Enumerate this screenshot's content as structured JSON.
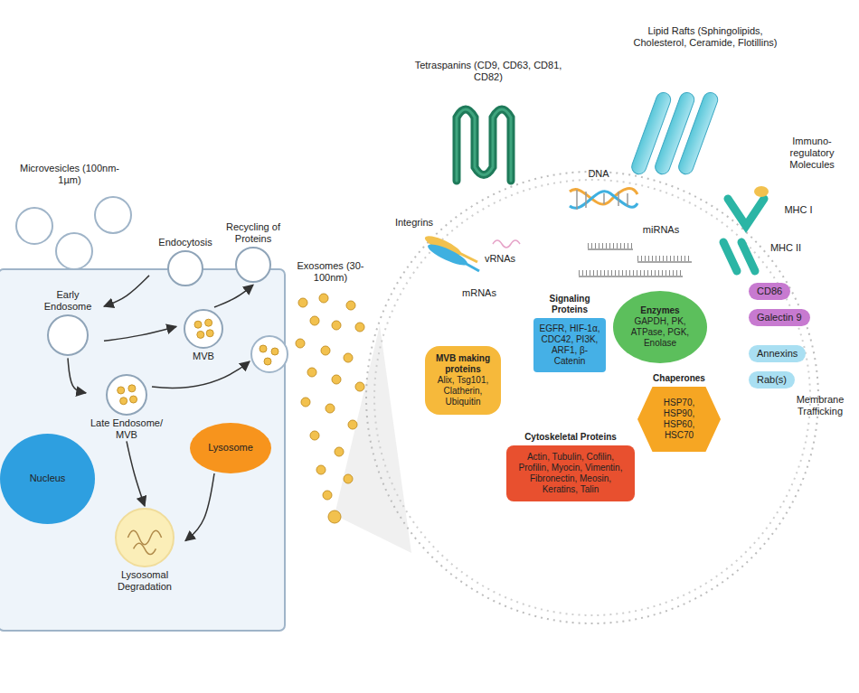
{
  "diagram": {
    "nodes": [
      {
        "text": [
          "Endocytosis"
        ]
      },
      {
        "text": [
          "Recycling of Proteins"
        ]
      },
      {
        "text": [
          "Early Endosome"
        ]
      },
      {
        "text": [
          "MVB"
        ]
      },
      {
        "text": [
          "Late Endosome/ MVB"
        ]
      },
      {
        "text": [
          "Nucleus"
        ]
      },
      {
        "text": [
          "Lysosome"
        ]
      },
      {
        "text": [
          "Lysosomal Degradation"
        ]
      },
      {
        "text": [
          "MVB making proteins",
          "Alix, Tsg101, Clatherin, Ubiquitin"
        ]
      },
      {
        "text": [
          "Signaling Proteins",
          "EGFR, HIF-1α, CDC42, PI3K, ARF1, β-Catenin"
        ]
      },
      {
        "text": [
          "Enzymes",
          "GAPDH, PK, ATPase, PGK, Enolase"
        ]
      },
      {
        "text": [
          "Chaperones",
          "HSP70, HSP90, HSP60, HSC70"
        ]
      },
      {
        "text": [
          "Cytoskeletal Proteins",
          "Actin, Tubulin, Cofilin, Profilin, Myocin, Vimentin, Fibronectin, Meosin, Keratins, Talin"
        ]
      },
      {
        "text": [
          "CD86"
        ]
      },
      {
        "text": [
          "Galectin 9"
        ]
      },
      {
        "text": [
          "Annexins"
        ]
      },
      {
        "text": [
          "Rab(s)"
        ]
      }
    ],
    "edges": [
      {
        "from": 0,
        "to": 2,
        "arrow": "to"
      },
      {
        "from": 2,
        "to": 3,
        "arrow": "to"
      },
      {
        "from": 2,
        "to": 4,
        "arrow": "to"
      },
      {
        "from": 3,
        "to": 1,
        "arrow": "to"
      },
      {
        "from": 4,
        "to": 7,
        "arrow": "to"
      },
      {
        "from": 6,
        "to": 7,
        "arrow": "to"
      }
    ],
    "labels": [
      "Microvesicles (100nm-1µm)",
      "Exosomes (30-100nm)",
      "Tetraspanins (CD9, CD63, CD81, CD82)",
      "Lipid Rafts (Sphingolipids, Cholesterol, Ceramide, Flotillins)",
      "Immuno-regulatory Molecules",
      "Integrins",
      "DNA",
      "vRNAs",
      "miRNAs",
      "mRNAs",
      "MHC I",
      "MHC II",
      "Membrane Trafficking"
    ]
  }
}
